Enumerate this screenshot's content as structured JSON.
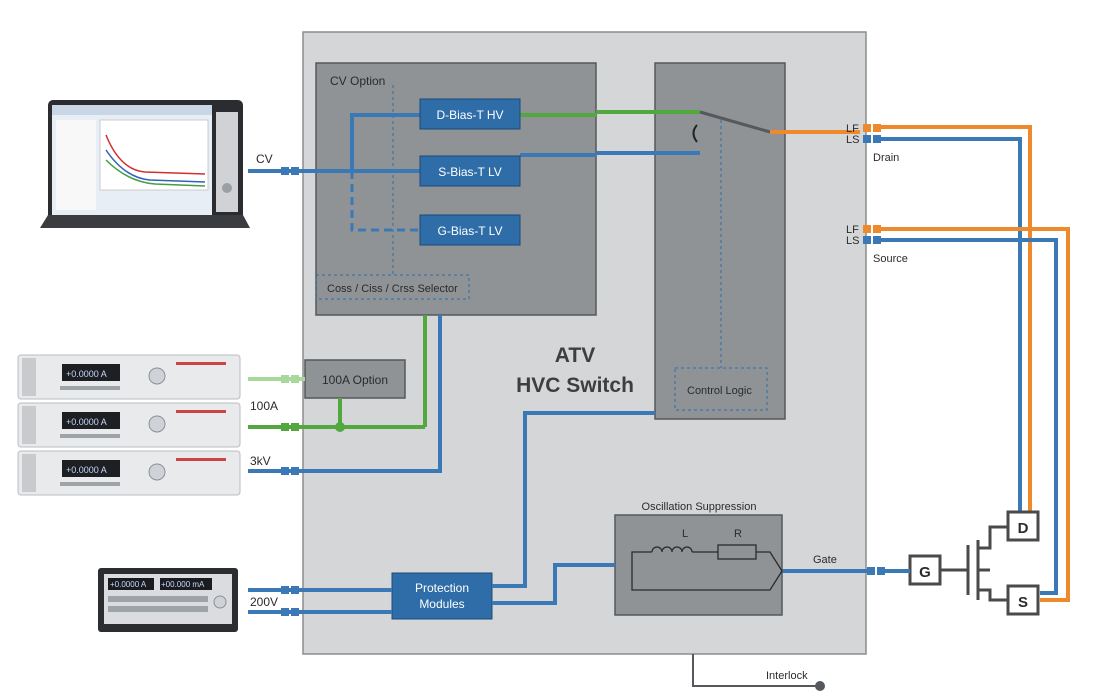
{
  "title": {
    "line1": "ATV",
    "line2": "HVC Switch"
  },
  "cv_option": {
    "label": "CV Option",
    "d_bias": "D-Bias-T HV",
    "s_bias": "S-Bias-T LV",
    "g_bias": "G-Bias-T LV",
    "selector": "Coss / Ciss / Crss Selector"
  },
  "control_logic": "Control Logic",
  "option_100a": "100A Option",
  "oscillation": {
    "label": "Oscillation Suppression",
    "l": "L",
    "r": "R"
  },
  "protection": {
    "line1": "Protection",
    "line2": "Modules"
  },
  "inputs": {
    "cv": "CV",
    "a100": "100A",
    "kv3": "3kV",
    "v200": "200V"
  },
  "outputs": {
    "drain": {
      "lf": "LF",
      "ls": "LS",
      "label": "Drain"
    },
    "source": {
      "lf": "LF",
      "ls": "LS",
      "label": "Source"
    },
    "gate": "Gate"
  },
  "interlock": "Interlock",
  "transistor": {
    "d": "D",
    "g": "G",
    "s": "S"
  },
  "instruments": {
    "smu_readout": "+0.0000 A",
    "dmm_readout_1": "+0.0000 A",
    "dmm_readout_2": "+00.000 mA"
  },
  "colors": {
    "blue": "#3b78b6",
    "green": "#52a83e",
    "light_green": "#a8d89a",
    "orange": "#ef8a2c",
    "box_bg": "#d4d6d8",
    "inner_bg": "#8f9396",
    "block_blue": "#2f6da8"
  }
}
